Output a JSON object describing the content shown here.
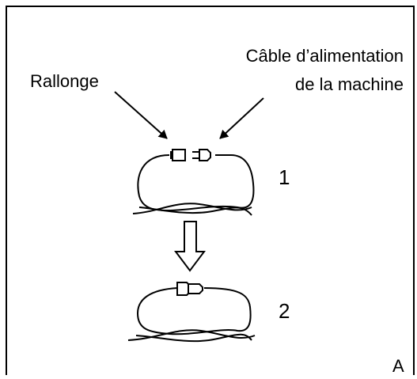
{
  "labels": {
    "extension": "Rallonge",
    "machine_cable_line1": "Câble d’alimentation",
    "machine_cable_line2": "de la machine",
    "step1": "1",
    "step2": "2",
    "corner": "A"
  },
  "colors": {
    "stroke": "#000000",
    "background": "#ffffff"
  }
}
